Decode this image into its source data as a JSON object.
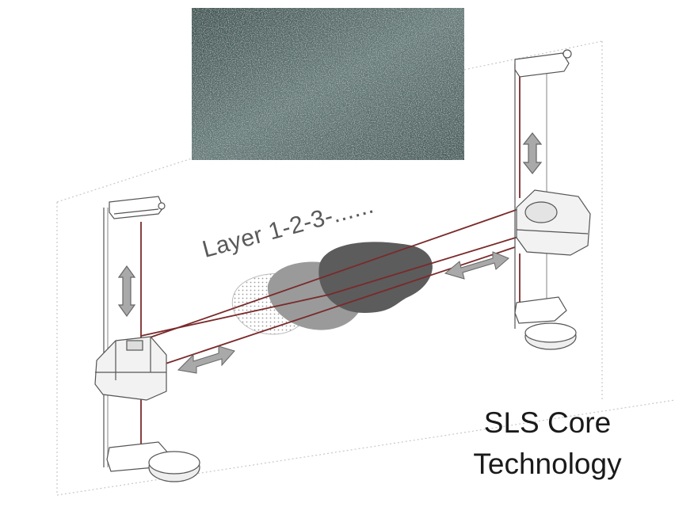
{
  "diagram": {
    "layer_label": "Layer 1-2-3-......",
    "caption_line1": "SLS Core",
    "caption_line2": "Technology",
    "colors": {
      "laser_beam": "#7a2a2a",
      "layer_dark": "#555555",
      "layer_mid": "#8c8c8c",
      "layer_light": "#c8c8c8",
      "photo_base": "#5f7472",
      "arrow_fill": "#a9a9a9"
    }
  }
}
